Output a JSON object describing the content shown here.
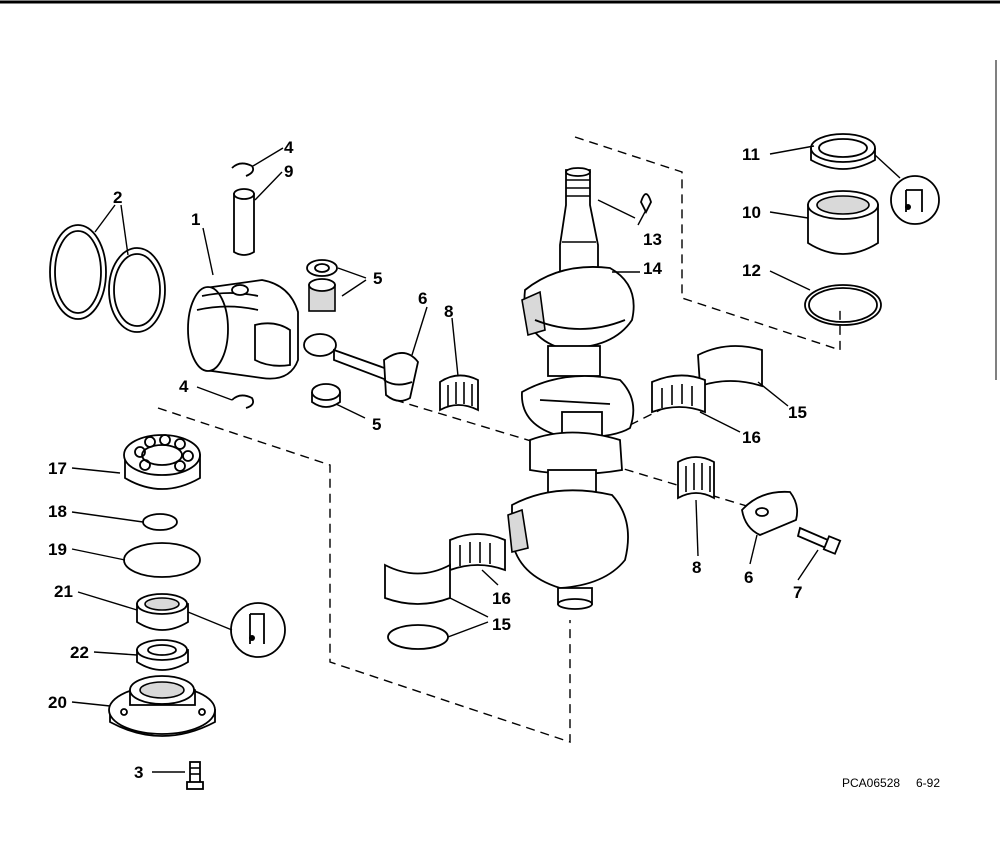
{
  "labels": {
    "p1": "1",
    "p2": "2",
    "p3": "3",
    "p4_top": "4",
    "p4_mid": "4",
    "p5_top": "5",
    "p5_bot": "5",
    "p6_top": "6",
    "p6_bot": "6",
    "p7": "7",
    "p8_top": "8",
    "p8_bot": "8",
    "p9": "9",
    "p10": "10",
    "p11": "11",
    "p12": "12",
    "p13": "13",
    "p14": "14",
    "p15_right": "15",
    "p15_bot": "15",
    "p16_right": "16",
    "p16_bot": "16",
    "p17": "17",
    "p18": "18",
    "p19": "19",
    "p20": "20",
    "p21": "21",
    "p22": "22"
  },
  "footer": {
    "code": "PCA06528",
    "date": "6-92"
  }
}
